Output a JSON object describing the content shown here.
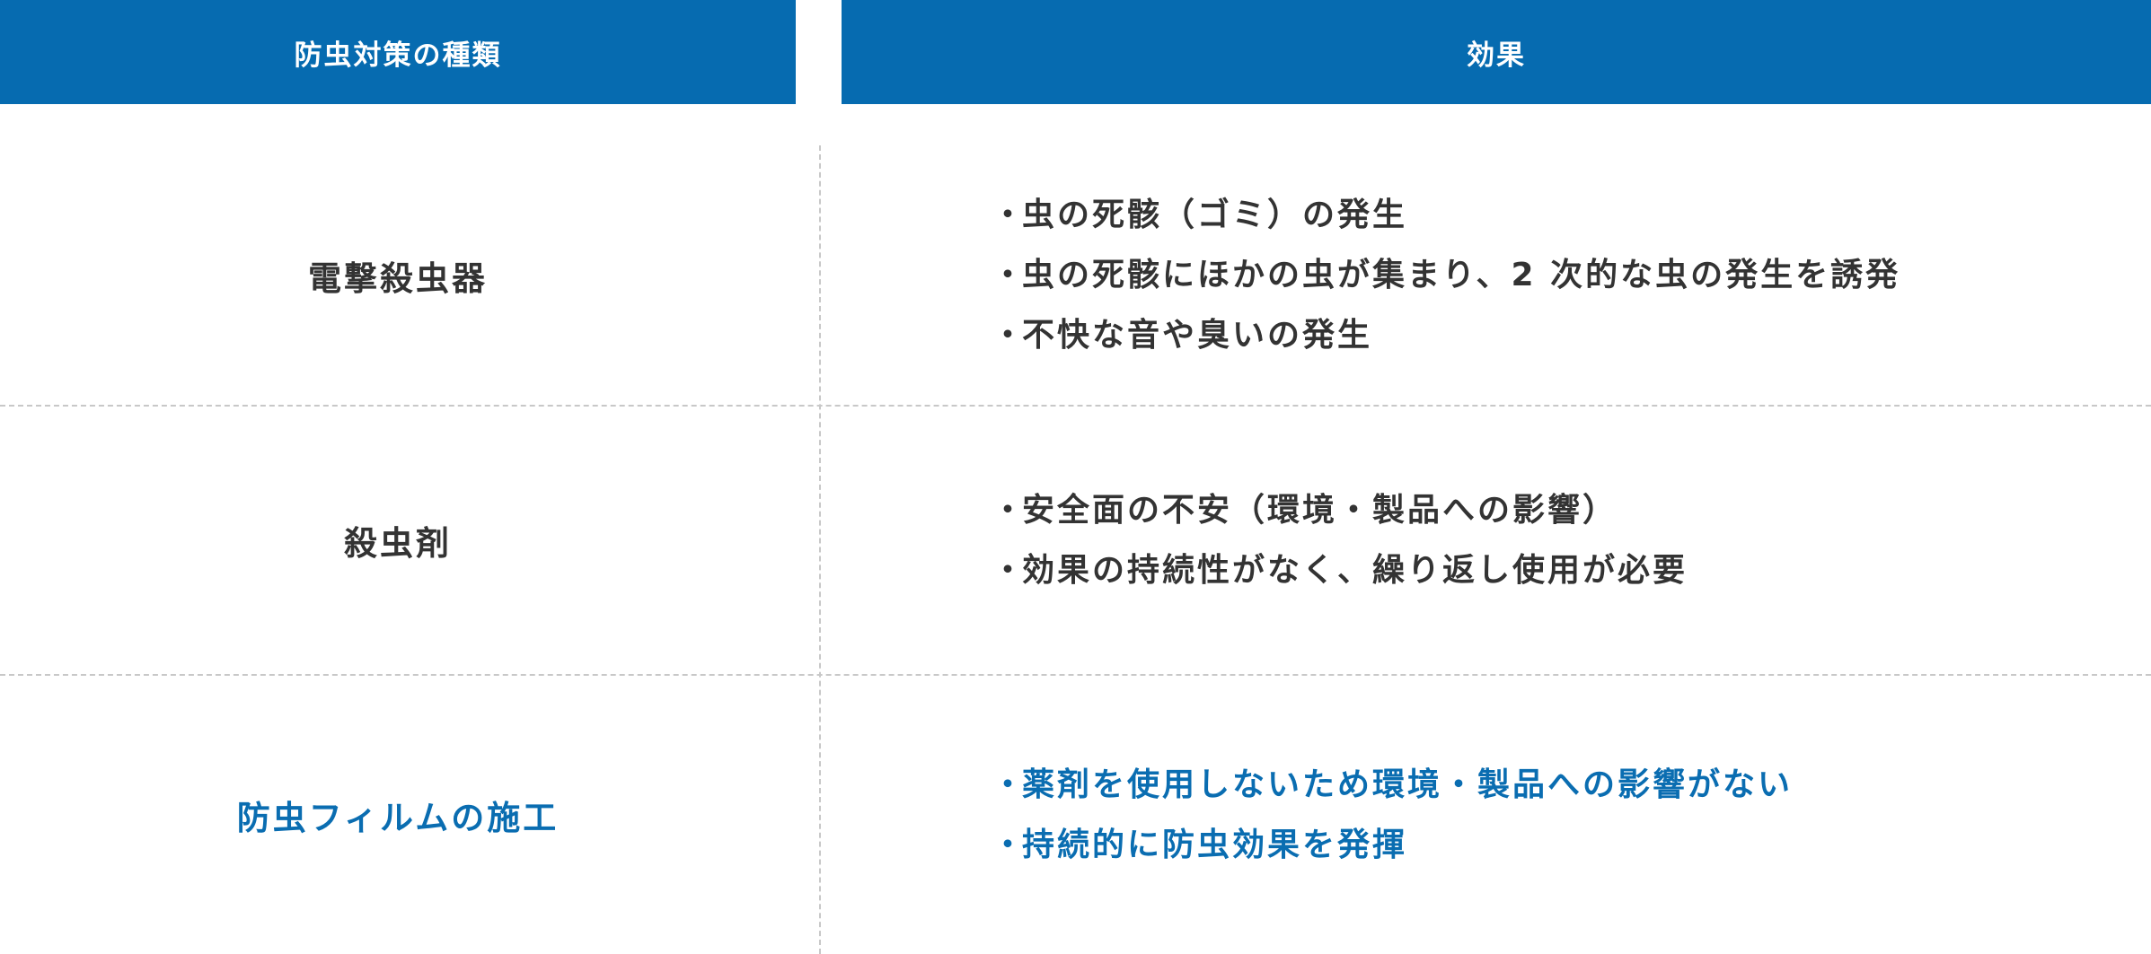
{
  "table": {
    "headers": {
      "type": "防虫対策の種類",
      "effect": "効果"
    },
    "bullet": "・",
    "rows": [
      {
        "type": "電撃殺虫器",
        "effects": [
          "虫の死骸（ゴミ）の発生",
          "虫の死骸にほかの虫が集まり、2 次的な虫の発生を誘発",
          "不快な音や臭いの発生"
        ]
      },
      {
        "type": "殺虫剤",
        "effects": [
          "安全面の不安（環境・製品への影響）",
          "効果の持続性がなく、繰り返し使用が必要"
        ]
      },
      {
        "type": "防虫フィルムの施工",
        "highlight": true,
        "effects": [
          "薬剤を使用しないため環境・製品への影響がない",
          "持続的に防虫効果を発揮"
        ]
      }
    ]
  },
  "colors": {
    "header_bg": "#066bb0",
    "header_text": "#ffffff",
    "body_text": "#333333",
    "highlight_text": "#0a6db1",
    "divider": "#c8c8c8"
  }
}
